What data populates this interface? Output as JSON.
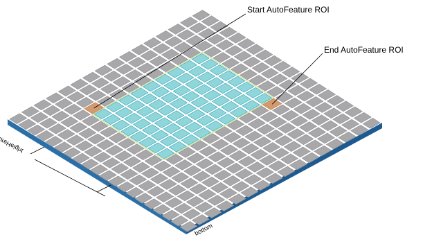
{
  "labels": {
    "start_roi": "Start AutoFeature ROI",
    "end_roi": "End AutoFeature ROI",
    "height_dim": "AutoFeatureHeight",
    "bottom": "bottom"
  },
  "grid": {
    "cols": 20,
    "rows": 16,
    "roi_cols": [
      4,
      11
    ],
    "roi_rows": [
      3,
      11
    ]
  },
  "colors": {
    "cell": "#a8a8aa",
    "cell_stroke": "#ffffff",
    "roi_cell": "#8ed6da",
    "roi_stroke": "#2f9fb2",
    "roi_outline": "#d7e7a6",
    "marker": "#d39a6e",
    "side_front": "#2b6fa8",
    "side_right": "#1d5a91",
    "bottom_stroke": "#2b6fa8"
  }
}
